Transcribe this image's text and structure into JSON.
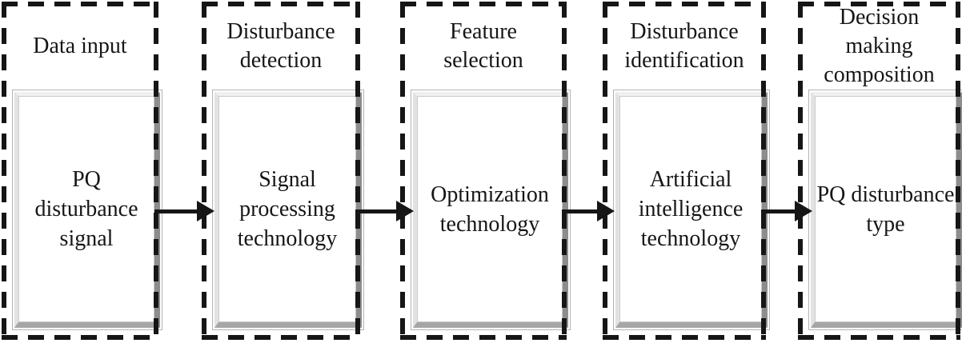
{
  "stages": [
    {
      "label": "Data input",
      "box": "PQ disturbance signal"
    },
    {
      "label": "Disturbance detection",
      "box": "Signal processing technology"
    },
    {
      "label": "Feature selection",
      "box": "Optimization technology"
    },
    {
      "label": "Disturbance identification",
      "box": "Artificial intelligence technology"
    },
    {
      "label": "Decision making composition",
      "box": "PQ disturbance type"
    }
  ],
  "arrows": [
    {
      "from": "PQ disturbance signal",
      "to": "Signal processing technology"
    },
    {
      "from": "Signal processing technology",
      "to": "Optimization technology"
    },
    {
      "from": "Optimization technology",
      "to": "Artificial intelligence technology"
    },
    {
      "from": "Artificial intelligence technology",
      "to": "PQ disturbance type"
    }
  ],
  "colors": {
    "ink": "#161616",
    "background": "#ffffff",
    "bevel_light": "#f0f0f0",
    "bevel_dark": "#8d8d8d",
    "panel_border": "#b3b3b3"
  }
}
